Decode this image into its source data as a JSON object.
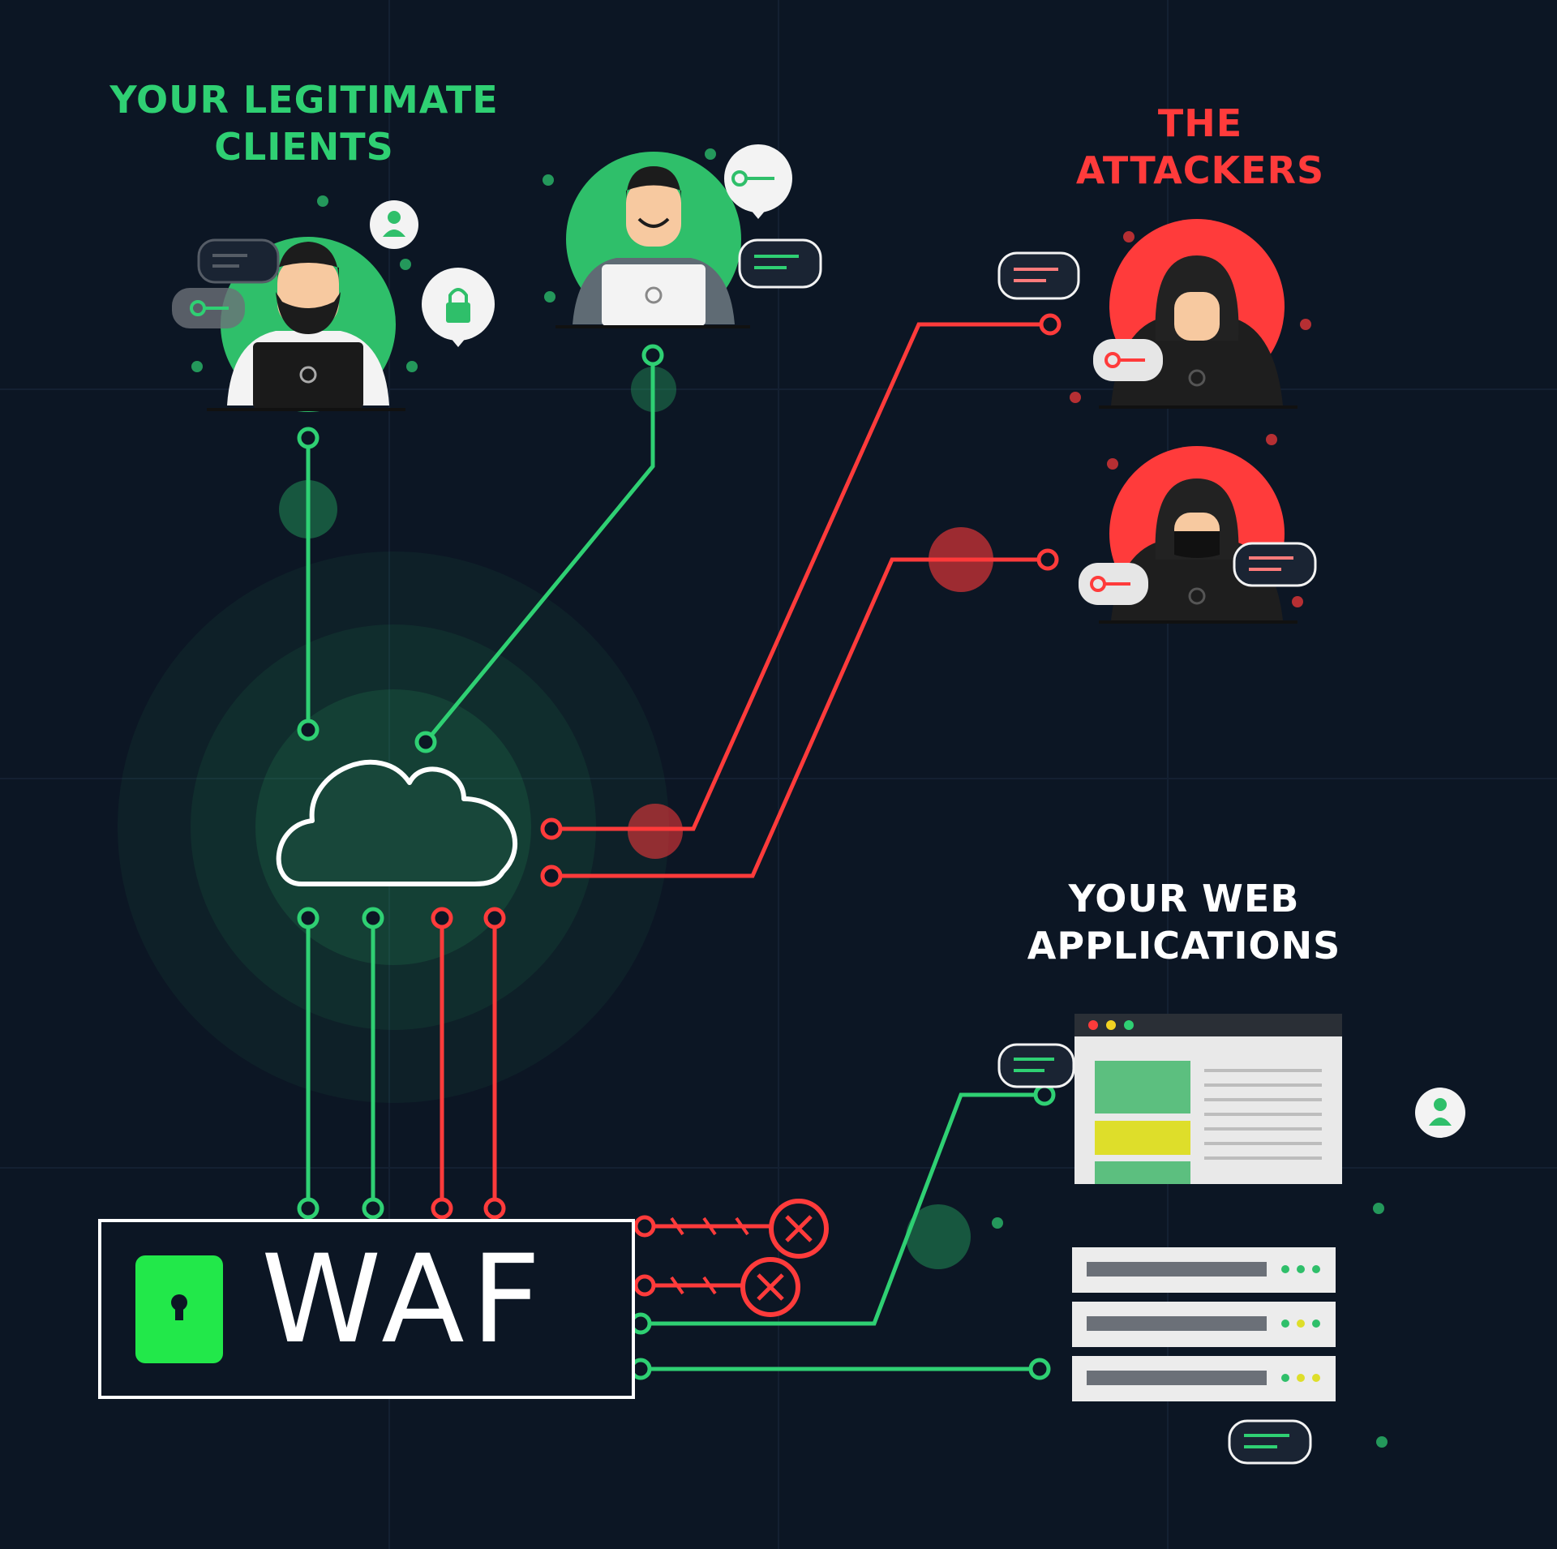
{
  "labels": {
    "legit_clients": "YOUR LEGITIMATE\nCLIENTS",
    "attackers": "THE\nATTACKERS",
    "web_apps": "YOUR WEB\nAPPLICATIONS"
  },
  "waf": {
    "text": "WAF"
  },
  "colors": {
    "background": "#0c1624",
    "legit": "#2fd073",
    "attack": "#ff3b3b",
    "waf_lock": "#22e84a",
    "text": "#ffffff"
  },
  "icons": [
    "user-icon",
    "key-icon",
    "lock-icon",
    "message-icon",
    "cloud-icon",
    "block-x-icon",
    "keyhole-icon",
    "browser-window-icon",
    "server-rack-icon"
  ]
}
